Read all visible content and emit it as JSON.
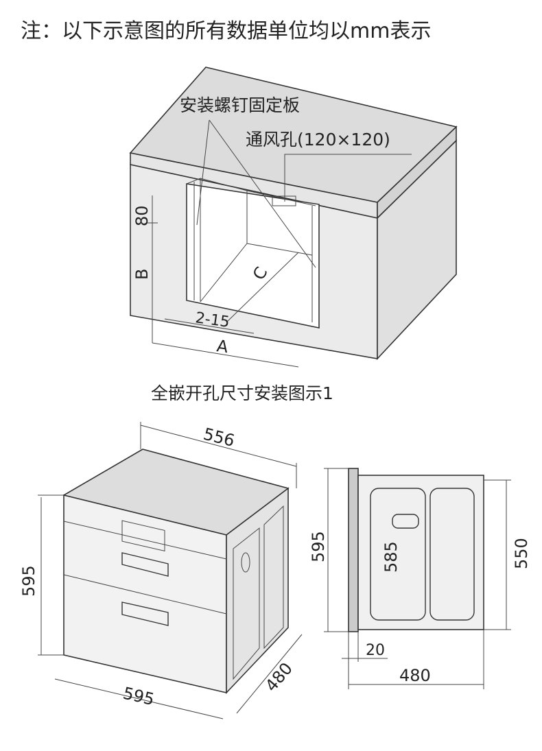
{
  "note": "注：以下示意图的所有数据单位均以mm表示",
  "diagram1": {
    "label_fixing_plate": "安装螺钉固定板",
    "label_vent": "通风孔(120×120)",
    "dim_80": "80",
    "dim_B": "B",
    "dim_C": "C",
    "dim_2_15": "2-15",
    "dim_A": "A",
    "caption": "全嵌开孔尺寸安装图示1"
  },
  "diagram2": {
    "dim_width_top": "556",
    "dim_height_left": "595",
    "dim_width_bottom": "595",
    "dim_depth": "480"
  },
  "diagram3": {
    "dim_height_outer": "595",
    "dim_height_inner": "585",
    "dim_height_right": "550",
    "dim_panel": "20",
    "dim_depth": "480"
  },
  "colors": {
    "surface_fill": "#ebebeb",
    "top_fill": "#dcdcdc",
    "line": "#333333",
    "text": "#222222"
  }
}
